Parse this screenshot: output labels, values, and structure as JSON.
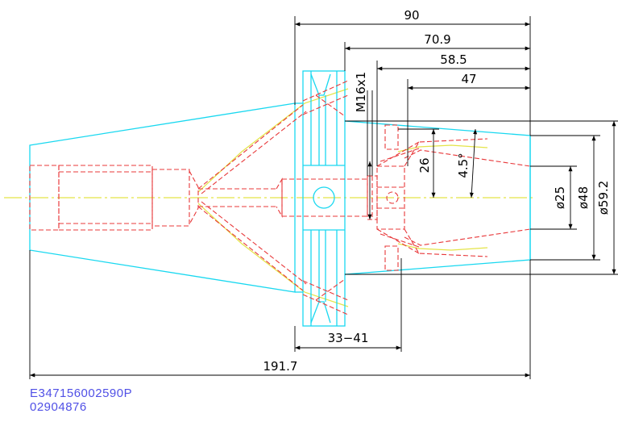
{
  "colors": {
    "outline": "#19d8f0",
    "hidden": "#e8383a",
    "center": "#e4e448",
    "dimension": "#000000",
    "code_text": "#5050e6"
  },
  "dimensions": {
    "d90": "90",
    "d70_9": "70.9",
    "d58_5": "58.5",
    "d47": "47",
    "thread": "M16x1",
    "d26": "26",
    "angle": "4.5°",
    "dia25": "ø25",
    "dia48": "ø48",
    "dia59_2": "ø59.2",
    "range": "33−41",
    "d191_7": "191.7"
  },
  "codes": {
    "line1": "E347156002590P",
    "line2": "02904876"
  }
}
